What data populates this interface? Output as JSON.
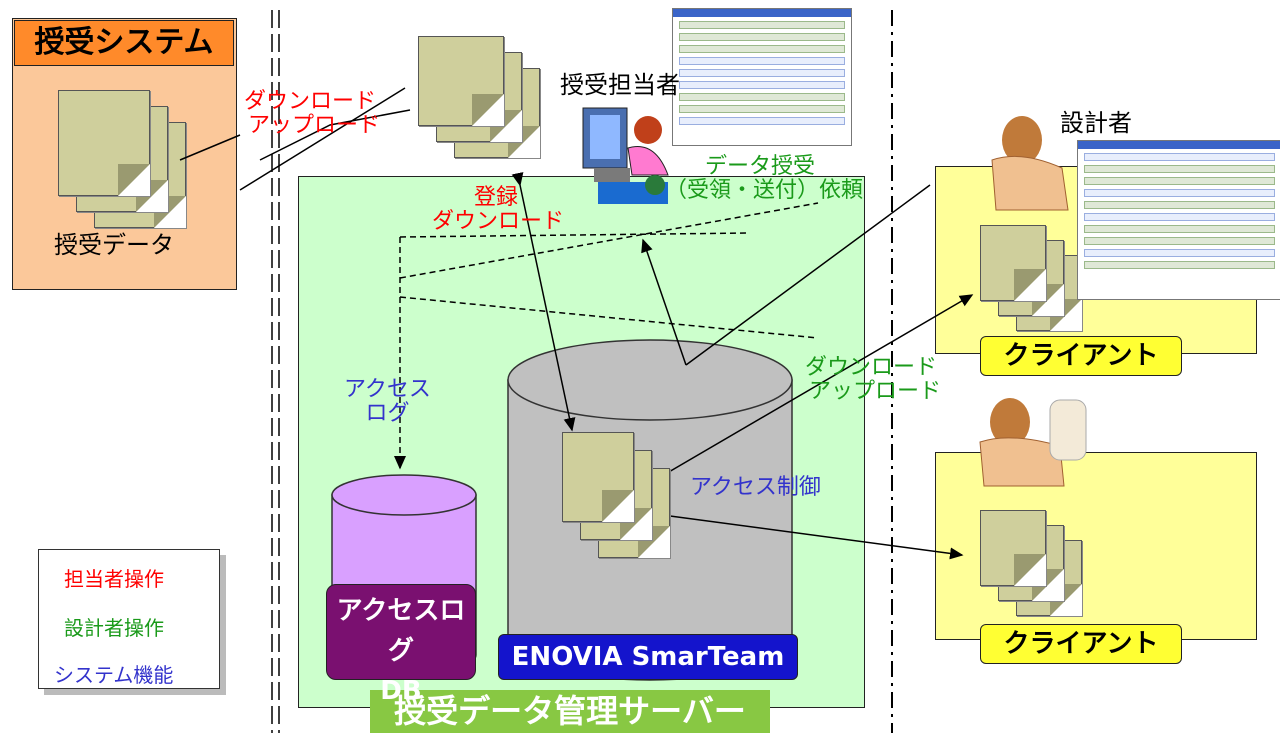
{
  "left_system": {
    "title": "授受システム",
    "caption": "授受データ"
  },
  "server": {
    "title": "授受データ管理サーバー"
  },
  "labels": {
    "download_upload_red": [
      "ダウンロード",
      "アップロード"
    ],
    "register_download": [
      "登録",
      "ダウンロード"
    ],
    "data_request": [
      "データ授受",
      "（受領・送付）依頼"
    ],
    "access_log": [
      "アクセス",
      "ログ"
    ],
    "download_upload_green": [
      "ダウンロード",
      "アップロード"
    ],
    "access_control": "アクセス制御"
  },
  "people": {
    "operator": "授受担当者",
    "designer": "設計者"
  },
  "db": {
    "access_log_db": [
      "アクセスログ",
      "DB"
    ],
    "smarteam": "ENOVIA SmarTeam"
  },
  "clients": [
    "クライアント",
    "クライアント"
  ],
  "legend": [
    {
      "text": "担当者操作",
      "color": "#ff0000"
    },
    {
      "text": "設計者操作",
      "color": "#1a9a1a"
    },
    {
      "text": "システム機能",
      "color": "#3333cc"
    }
  ]
}
